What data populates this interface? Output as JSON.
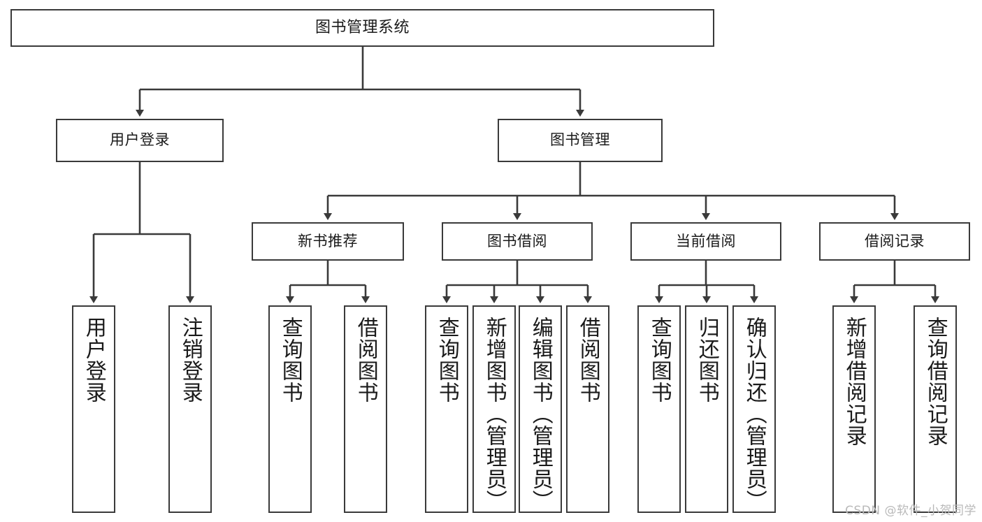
{
  "diagram": {
    "title": "图书管理系统",
    "type": "功能结构图",
    "colors": {
      "box_border": "#3a3a3a",
      "box_fill": "#ffffff",
      "edge": "#3a3a3a",
      "text": "#1a1a1a",
      "watermark": "#b9b9b9",
      "background": "#ffffff"
    },
    "nodes": {
      "root": {
        "id": "root",
        "label": "图书管理系统",
        "orientation": "horizontal"
      },
      "level2": [
        {
          "id": "user-login",
          "label": "用户登录",
          "orientation": "horizontal"
        },
        {
          "id": "book-management",
          "label": "图书管理",
          "orientation": "horizontal"
        }
      ],
      "level3": [
        {
          "id": "new-book-recommend",
          "label": "新书推荐",
          "orientation": "horizontal"
        },
        {
          "id": "book-borrow",
          "label": "图书借阅",
          "orientation": "horizontal"
        },
        {
          "id": "current-borrow",
          "label": "当前借阅",
          "orientation": "horizontal"
        },
        {
          "id": "borrow-record",
          "label": "借阅记录",
          "orientation": "horizontal"
        }
      ],
      "leaves": [
        {
          "id": "leaf-user-login",
          "label": "用户登录",
          "parent": "user-login",
          "orientation": "vertical"
        },
        {
          "id": "leaf-logout",
          "label": "注销登录",
          "parent": "user-login",
          "orientation": "vertical"
        },
        {
          "id": "leaf-query-book-1",
          "label": "查询图书",
          "parent": "new-book-recommend",
          "orientation": "vertical"
        },
        {
          "id": "leaf-borrow-book-1",
          "label": "借阅图书",
          "parent": "new-book-recommend",
          "orientation": "vertical"
        },
        {
          "id": "leaf-query-book-2",
          "label": "查询图书",
          "parent": "book-borrow",
          "orientation": "vertical"
        },
        {
          "id": "leaf-add-book",
          "label": "新增图书（管理员）",
          "parent": "book-borrow",
          "orientation": "vertical"
        },
        {
          "id": "leaf-edit-book",
          "label": "编辑图书（管理员）",
          "parent": "book-borrow",
          "orientation": "vertical"
        },
        {
          "id": "leaf-borrow-book-2",
          "label": "借阅图书",
          "parent": "book-borrow",
          "orientation": "vertical"
        },
        {
          "id": "leaf-query-book-3",
          "label": "查询图书",
          "parent": "current-borrow",
          "orientation": "vertical"
        },
        {
          "id": "leaf-return-book",
          "label": "归还图书",
          "parent": "current-borrow",
          "orientation": "vertical"
        },
        {
          "id": "leaf-confirm-return",
          "label": "确认归还（管理员）",
          "parent": "current-borrow",
          "orientation": "vertical"
        },
        {
          "id": "leaf-add-record",
          "label": "新增借阅记录",
          "parent": "borrow-record",
          "orientation": "vertical"
        },
        {
          "id": "leaf-query-record",
          "label": "查询借阅记录",
          "parent": "borrow-record",
          "orientation": "vertical"
        }
      ]
    }
  },
  "watermark": {
    "text": "CSDN @软件_小贺同学"
  }
}
